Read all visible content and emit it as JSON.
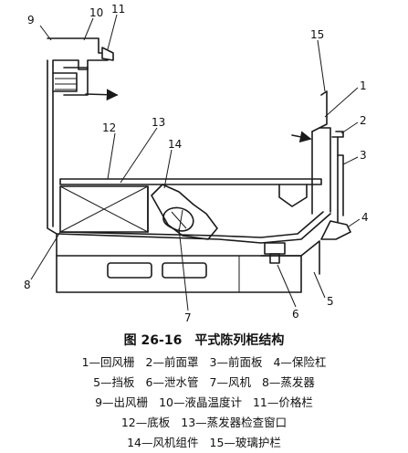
{
  "figure": {
    "caption": "图 26-16　平式陈列柜结构",
    "callouts": [
      "1",
      "2",
      "3",
      "4",
      "5",
      "6",
      "7",
      "8",
      "9",
      "10",
      "11",
      "12",
      "13",
      "14",
      "15"
    ],
    "legend_lines": [
      [
        "1—回风栅",
        "2—前面罩",
        "3—前面板",
        "4—保险杠"
      ],
      [
        "5—挡板",
        "6—泄水管",
        "7—风机",
        "8—蒸发器"
      ],
      [
        "9—出风栅",
        "10—液晶温度计",
        "11—价格栏"
      ],
      [
        "12—底板",
        "13—蒸发器检查窗口"
      ],
      [
        "14—风机组件",
        "15—玻璃护栏"
      ]
    ]
  }
}
